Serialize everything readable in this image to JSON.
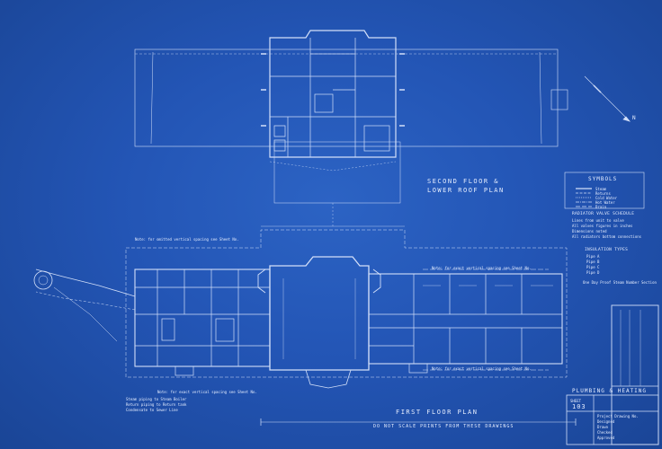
{
  "sheet": {
    "second_floor_title_1": "SECOND FLOOR &",
    "second_floor_title_2": "LOWER ROOF PLAN",
    "first_floor_title": "FIRST FLOOR PLAN",
    "warning_note": "DO NOT SCALE PRINTS FROM THESE DRAWINGS",
    "north_label": "N"
  },
  "legend": {
    "title": "SYMBOLS",
    "items": [
      "Steam",
      "Returns",
      "Cold Water",
      "Hot Water",
      "Drain"
    ],
    "radiator_title": "RADIATOR VALVE SCHEDULE",
    "radiator_lines": [
      "Lines from unit to valve",
      "All valves figures in inches",
      "Dimensions noted",
      "All radiators bottom connections"
    ],
    "insulation_title": "INSULATION TYPES",
    "insulation_lines": [
      "Pipe A",
      "Pipe B",
      "Pipe C",
      "Pipe D"
    ],
    "footnote": "One Day Proof Steam Number Section"
  },
  "notes": {
    "top_pipe_note": "Note: for omitted vertical spacing see Sheet No.",
    "right_top_note": "Note: for exact vertical spacing see Sheet No.",
    "right_bottom_note": "Note: for exact vertical spacing see Sheet No.",
    "bottom_note": "Note: for exact vertical spacing see Sheet No.",
    "left_note_1": "Steam piping to Steam Boiler",
    "left_note_2": "Return piping to Return tank",
    "left_note_3": "Condensate to Sewer Line"
  },
  "title_block": {
    "heading": "PLUMBING & HEATING",
    "sheet_label": "SHEET",
    "sheet_no": "103",
    "lines": [
      "Project Drawing No.",
      "Designed",
      "Drawn",
      "Checked",
      "Approved"
    ]
  }
}
